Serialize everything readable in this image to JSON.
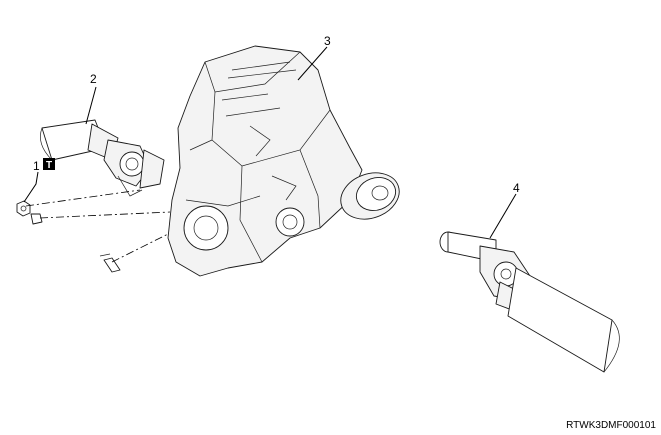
{
  "callouts": {
    "c1": "1",
    "c2": "2",
    "c3": "3",
    "c4": "4"
  },
  "torque_symbol": "T",
  "figure_code": "RTWK3DMF000101",
  "icons": [
    "torque-symbol-icon"
  ]
}
